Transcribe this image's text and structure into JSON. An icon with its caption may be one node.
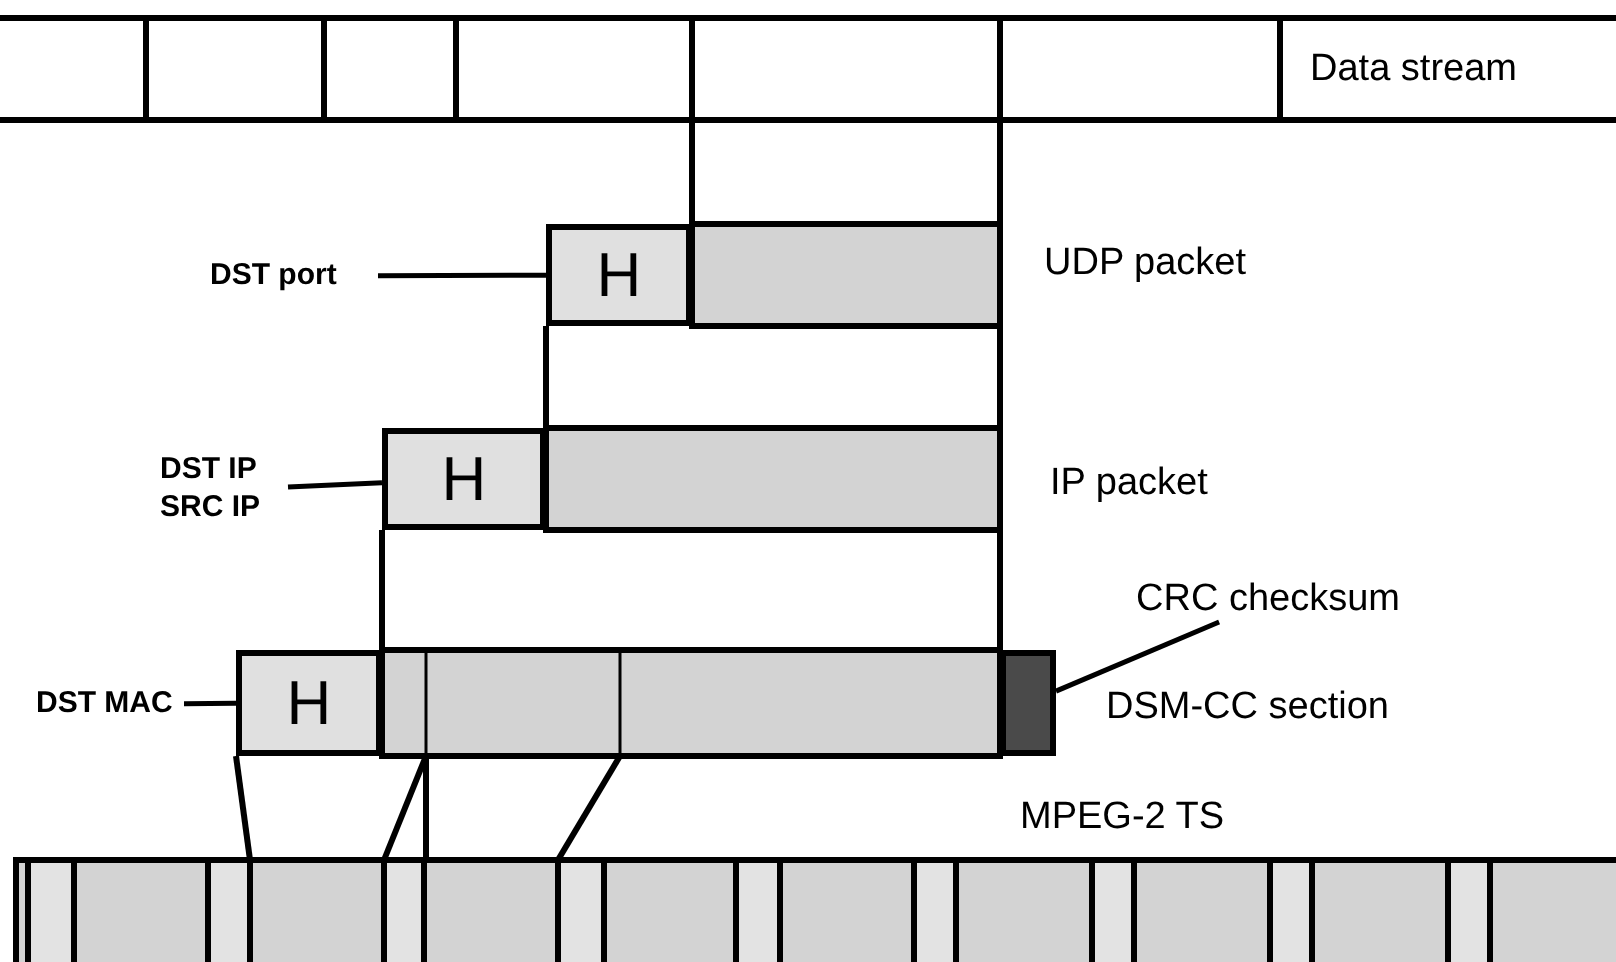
{
  "diagram": {
    "nodes": [
      {
        "text": [
          "DST port"
        ]
      },
      {
        "text": [
          "H"
        ]
      },
      {
        "text": [
          "DST IP SRC IP"
        ]
      },
      {
        "text": [
          "H"
        ]
      },
      {
        "text": [
          "DST MAC"
        ]
      },
      {
        "text": [
          "H"
        ]
      },
      {
        "text": [
          "CRC checksum"
        ]
      },
      {
        "text": [],
        "shape": "box"
      }
    ],
    "edges": [
      {
        "from": 0,
        "to": 1,
        "arrow": "none"
      },
      {
        "from": 2,
        "to": 3,
        "arrow": "none"
      },
      {
        "from": 4,
        "to": 5,
        "arrow": "none"
      },
      {
        "from": 6,
        "to": 7,
        "arrow": "none"
      }
    ],
    "labels": [
      "Data stream",
      "UDP packet",
      "IP packet",
      "DSM-CC section",
      "MPEG-2 TS"
    ]
  }
}
